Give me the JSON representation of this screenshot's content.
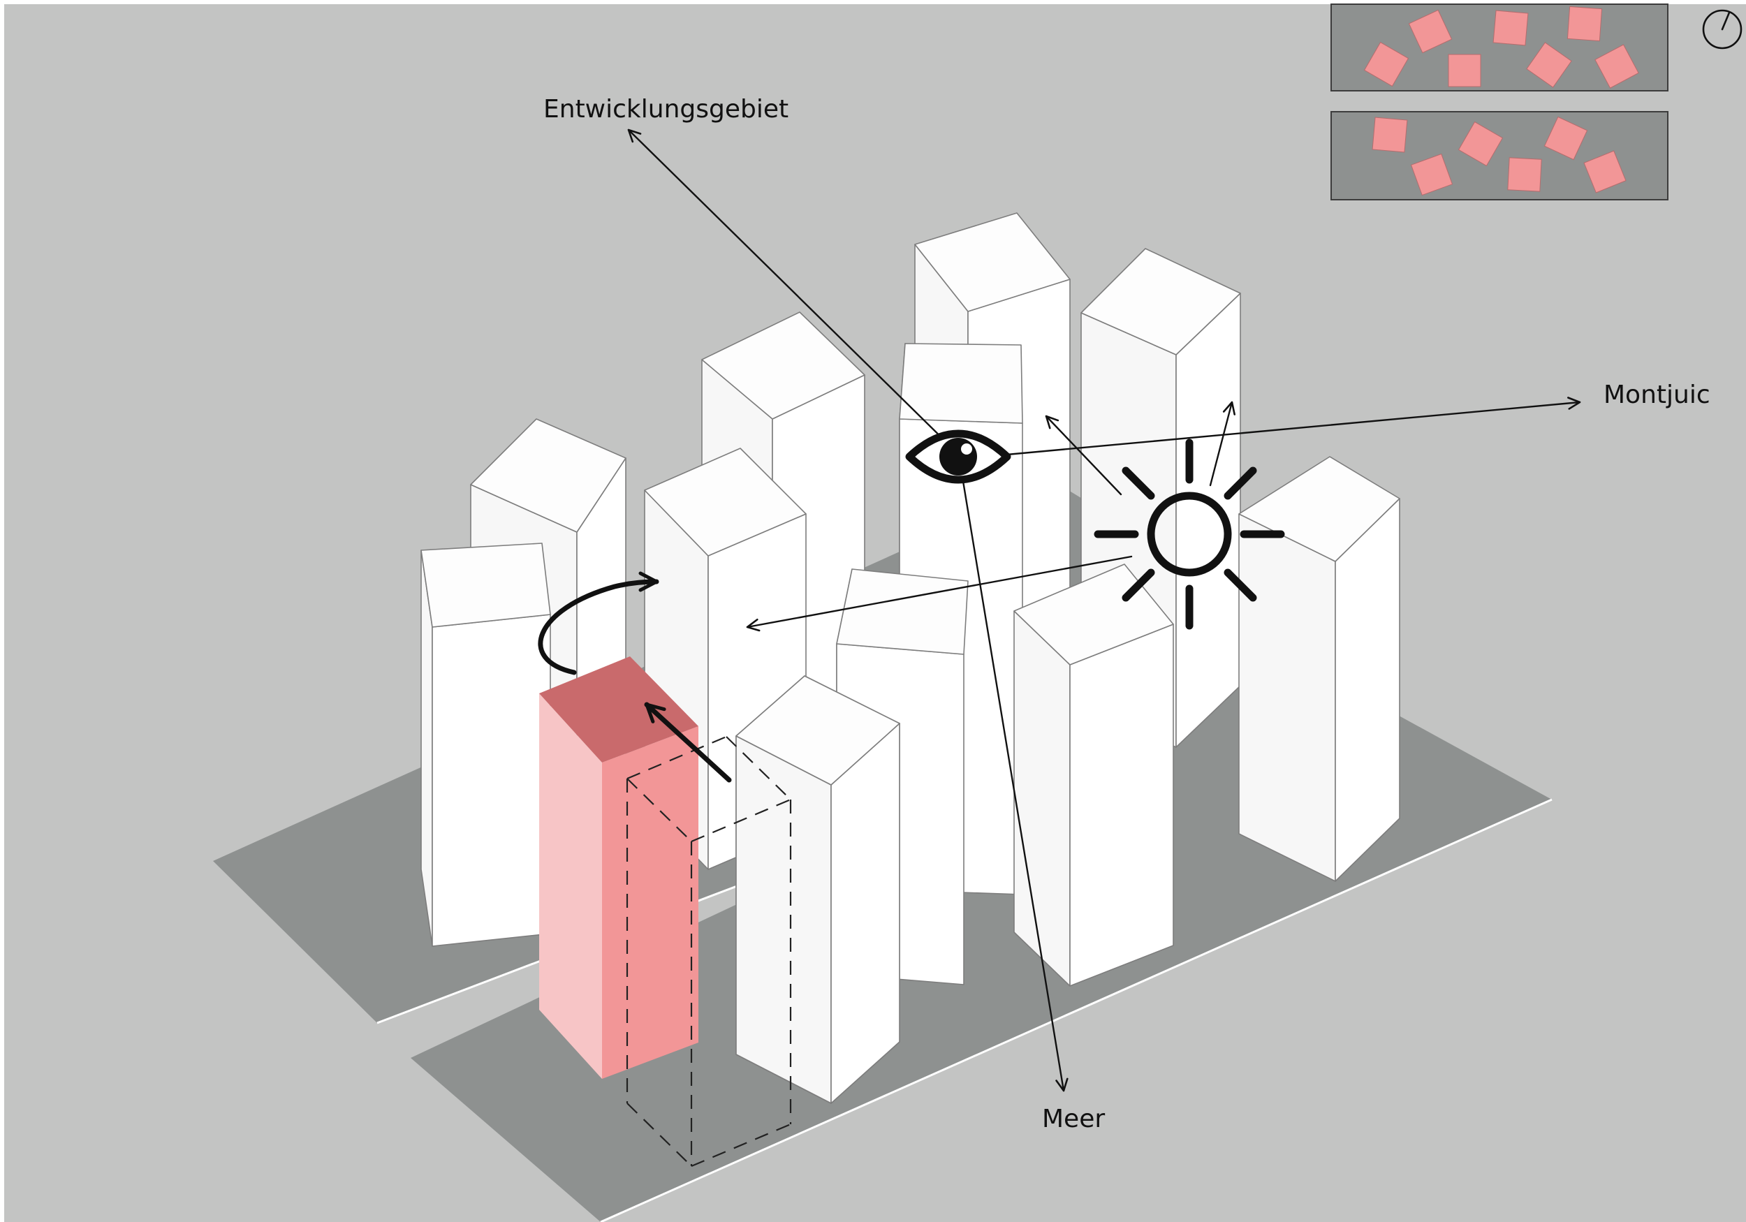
{
  "labels": {
    "top": "Entwicklungsgebiet",
    "right": "Montjuic",
    "bottom": "Meer"
  },
  "colors": {
    "background": "#c3c4c3",
    "ground": "#8e9190",
    "tower_top": "#fdfdfd",
    "tower_left": "#f7f7f7",
    "tower_right": "#ffffff",
    "highlight_top": "#c96a6c",
    "highlight_left": "#f7c5c6",
    "highlight_right": "#f29697",
    "ink": "#111111"
  },
  "icons": [
    "eye-icon",
    "sun-icon",
    "rotate-arrow-icon",
    "compass-icon"
  ]
}
